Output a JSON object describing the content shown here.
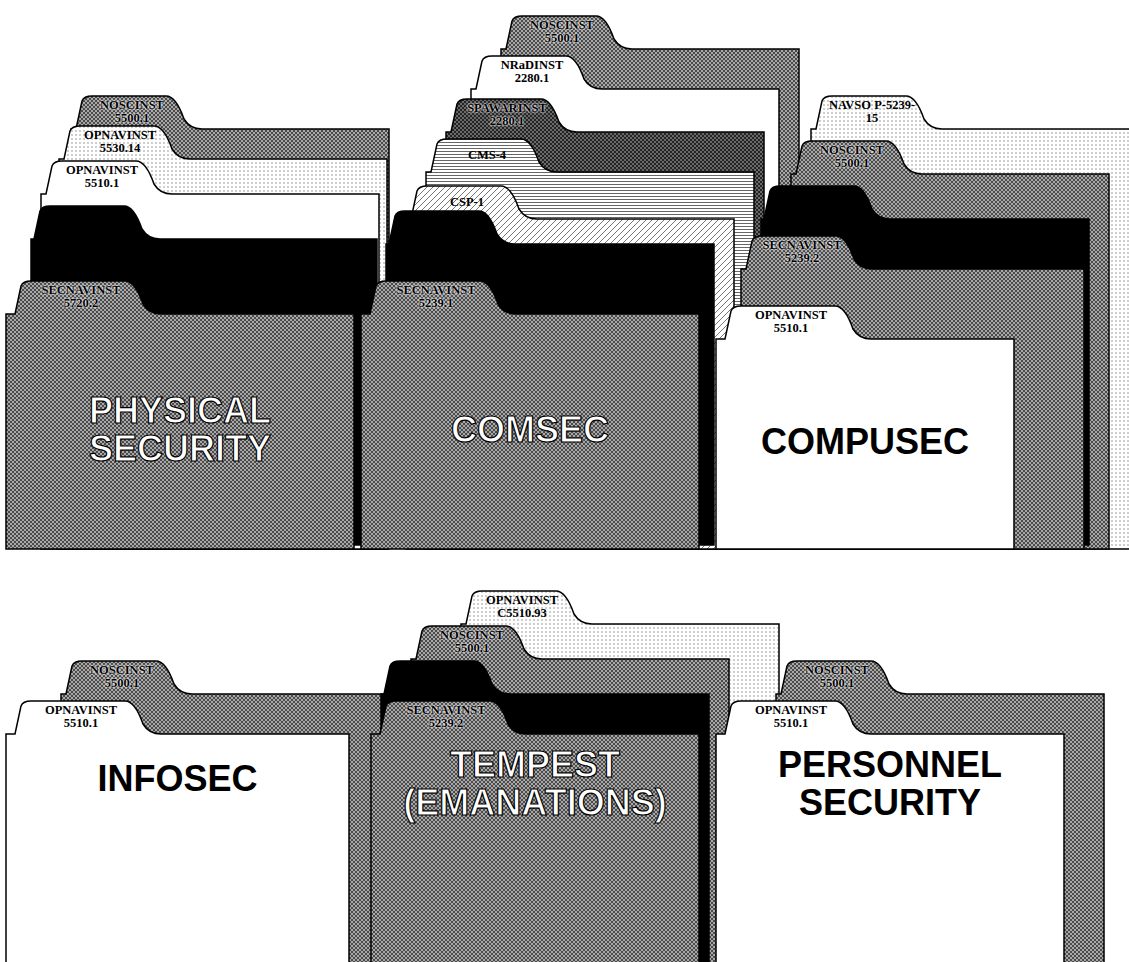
{
  "diagram": {
    "nodes": [
      {
        "text": [
          "NOSCINST 5500.1"
        ]
      },
      {
        "text": [
          "OPNAVINST 5530.14"
        ]
      },
      {
        "text": [
          "OPNAVINST 5510.1"
        ]
      },
      {
        "text": [
          "SECNAVINST 5720.2",
          "PHYSICAL SECURITY"
        ]
      },
      {
        "text": [
          "NOSCINST 5500.1"
        ]
      },
      {
        "text": [
          "NRaDINST 2280.1"
        ]
      },
      {
        "text": [
          "SPAWARINST 2280.1"
        ]
      },
      {
        "text": [
          "CMS-4"
        ]
      },
      {
        "text": [
          "CSP-1"
        ]
      },
      {
        "text": [
          "SECNAVINST 5239.1",
          "COMSEC"
        ]
      },
      {
        "text": [
          "NAVSO P-5239-15"
        ]
      },
      {
        "text": [
          "NOSCINST 5500.1"
        ]
      },
      {
        "text": [
          "SECNAVINST 5239.2"
        ]
      },
      {
        "text": [
          "OPNAVINST 5510.1",
          "COMPUSEC"
        ]
      },
      {
        "text": [
          "NOSCINST 5500.1"
        ]
      },
      {
        "text": [
          "OPNAVINST 5510.1",
          "INFOSEC"
        ]
      },
      {
        "text": [
          "OPNAVINST C5510.93"
        ]
      },
      {
        "text": [
          "NOSCINST 5500.1"
        ]
      },
      {
        "text": [
          "SECNAVINST 5239.2",
          "TEMPEST (EMANATIONS)"
        ]
      },
      {
        "text": [
          "NOSCINST 5500.1"
        ]
      },
      {
        "text": [
          "OPNAVINST 5510.1",
          "PERSONNEL SECURITY"
        ]
      }
    ]
  }
}
